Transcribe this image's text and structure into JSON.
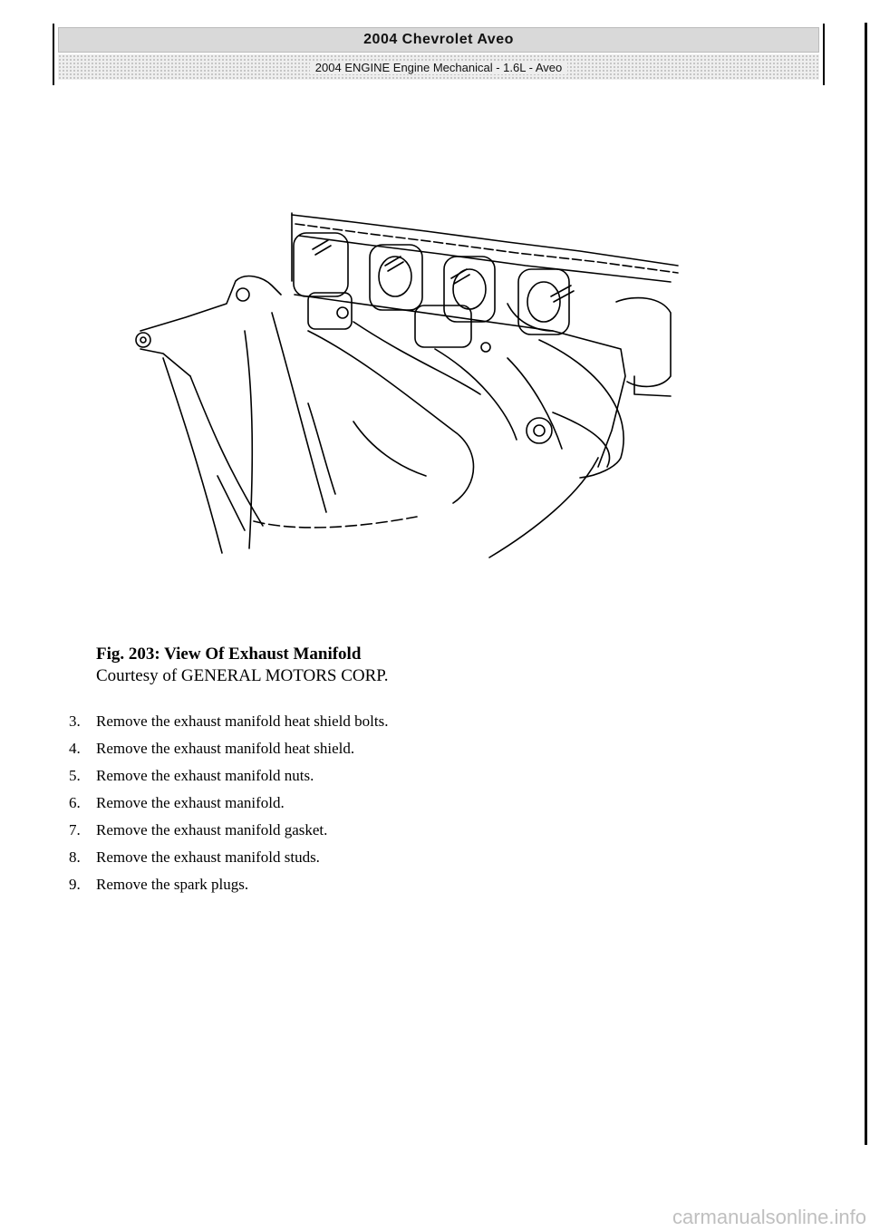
{
  "header": {
    "title": "2004 Chevrolet Aveo",
    "subtitle": "2004 ENGINE Engine Mechanical - 1.6L - Aveo"
  },
  "figure": {
    "title": "Fig. 203: View Of Exhaust Manifold",
    "credit": "Courtesy of GENERAL MOTORS CORP."
  },
  "steps": [
    {
      "num": "3.",
      "text": "Remove the exhaust manifold heat shield bolts."
    },
    {
      "num": "4.",
      "text": "Remove the exhaust manifold heat shield."
    },
    {
      "num": "5.",
      "text": "Remove the exhaust manifold nuts."
    },
    {
      "num": "6.",
      "text": "Remove the exhaust manifold."
    },
    {
      "num": "7.",
      "text": "Remove the exhaust manifold gasket."
    },
    {
      "num": "8.",
      "text": "Remove the exhaust manifold studs."
    },
    {
      "num": "9.",
      "text": "Remove the spark plugs."
    }
  ],
  "footer": {
    "watermark": "carmanualsonline.info"
  }
}
